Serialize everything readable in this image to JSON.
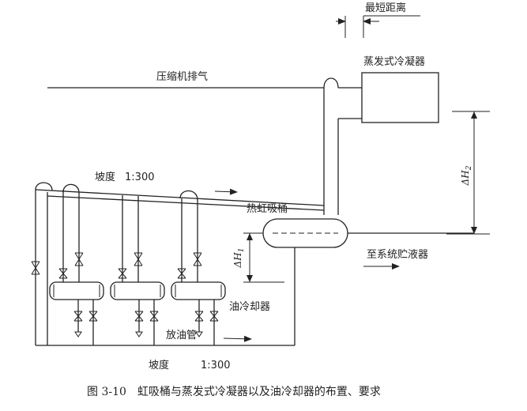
{
  "labels": {
    "shortest_distance": "最短距离",
    "evaporative_condenser": "蒸发式冷凝器",
    "compressor_discharge": "压缩机排气",
    "slope_top": "坡度",
    "slope_top_ratio": "1:300",
    "thermosiphon_receiver": "热虹吸桶",
    "to_system_receiver": "至系统贮液器",
    "oil_cooler": "油冷却器",
    "oil_drain_pipe": "放油管",
    "slope_bottom": "坡度",
    "slope_bottom_ratio": "1:300",
    "delta_h1": "ΔH",
    "delta_h1_sub": "1",
    "delta_h2": "ΔH",
    "delta_h2_sub": "2"
  },
  "caption": {
    "figure_number": "图 3-10",
    "title": "虹吸桶与蒸发式冷凝器以及油冷却器的布置、要求"
  }
}
